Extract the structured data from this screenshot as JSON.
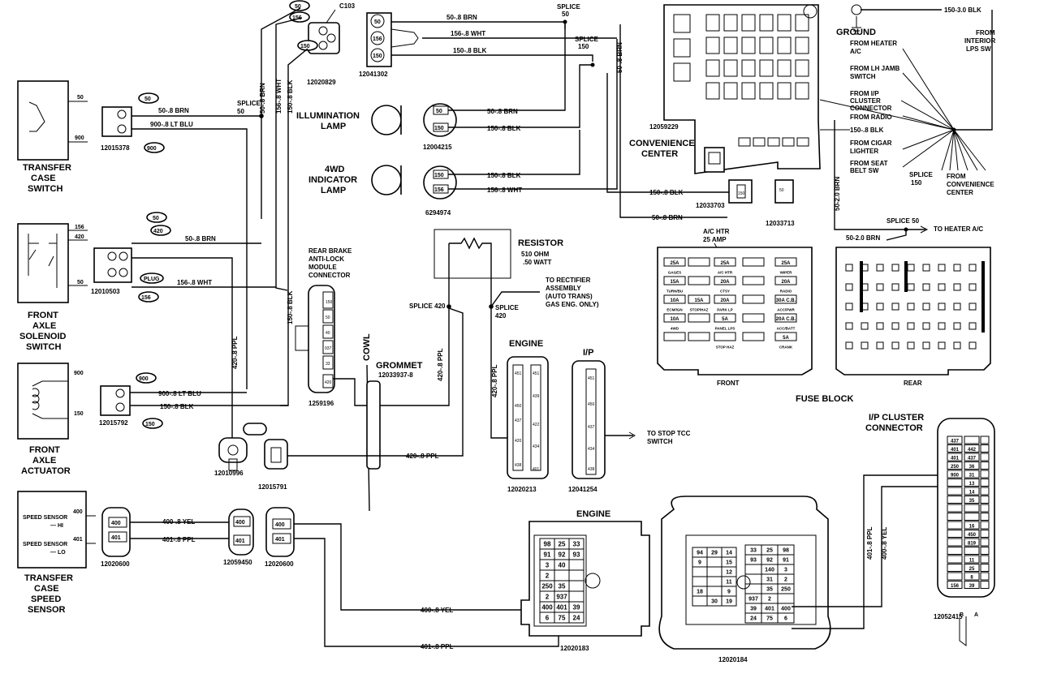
{
  "labels": {
    "c103": "C103",
    "conn_12020829": "12020829",
    "conn_12041302": "12041302",
    "splice50_top": "SPLICE\n50",
    "splice150_top": "SPLICE\n150",
    "w_50_brn": "50-.8 BRN",
    "w_156_wht": "156-.8 WHT",
    "w_150_blk": "150-.8 BLK",
    "w_900_ltblu": "900-.8 LT BLU",
    "w_420_ppl": "420-.8 PPL",
    "w_400_yel": "400-.8 YEL",
    "w_401_ppl": "401-.8 PPL",
    "w_150_3_blk": "150-3.0 BLK",
    "w_50_2_brn": "50-2.0 BRN",
    "transfer_case_switch": "TRANSFER\nCASE\nSWITCH",
    "conn_12015378": "12015378",
    "splice50_mid": "SPLICE\n50",
    "illumination_lamp": "ILLUMINATION\nLAMP",
    "conn_12004215": "12004215",
    "fourwd_lamp": "4WD\nINDICATOR\nLAMP",
    "conn_6294974": "6294974",
    "front_axle_switch": "FRONT\nAXLE\nSOLENOID\nSWITCH",
    "conn_12010503": "12010503",
    "plug": "PLUG",
    "rear_brake": "REAR BRAKE\nANTI-LOCK\nMODULE\nCONNECTOR",
    "conn_1259196": "1259196",
    "resistor": "RESISTOR",
    "resistor_spec": "510 OHM\n.50 WATT",
    "to_rectifier": "TO RECTIFIER\nASSEMBLY\n(AUTO TRANS)\nGAS ENG. ONLY)",
    "splice420_left": "SPLICE 420",
    "splice420_right": "SPLICE\n420",
    "cowl": "COWL",
    "grommet": "GROMMET",
    "grommet_num": "12033937-8",
    "front_axle_actuator": "FRONT\nAXLE\nACTUATOR",
    "conn_12015792": "12015792",
    "conn_12010996": "12010996",
    "conn_12015791": "12015791",
    "engine": "ENGINE",
    "ip": "I/P",
    "conn_12020213": "12020213",
    "conn_12041254": "12041254",
    "to_stop_tcc": "TO STOP TCC\nSWITCH",
    "speed_sensor_hi": "SPEED SENSOR\n— HI",
    "speed_sensor_lo": "SPEED SENSOR\n— LO",
    "transfer_case_speed": "TRANSFER\nCASE\nSPEED\nSENSOR",
    "conn_12020600": "12020600",
    "conn_12059450": "12059450",
    "conn_12020183": "12020183",
    "conn_12020184": "12020184",
    "conn_12059229": "12059229",
    "convenience_center": "CONVENIENCE\nCENTER",
    "conn_12033703": "12033703",
    "conn_12033713": "12033713",
    "ground": "GROUND",
    "from_heater_ac": "FROM HEATER\nA/C",
    "from_lh_jamb": "FROM LH JAMB\nSWITCH",
    "from_ip_cluster": "FROM I/P\nCLUSTER\nCONNECTOR",
    "from_radio": "FROM RADIO",
    "from_cigar": "FROM CIGAR\nLIGHTER",
    "from_seat_belt": "FROM SEAT\nBELT SW",
    "splice150_right": "SPLICE\n150",
    "from_conv_center": "FROM\nCONVENIENCE\nCENTER",
    "from_interior": "FROM\nINTERIOR\nLPS SW",
    "splice50_right": "SPLICE 50",
    "to_heater_ac": "TO HEATER A/C",
    "ac_htr": "A/C HTR\n25 AMP",
    "front": "FRONT",
    "rear": "REAR",
    "fuse_block": "FUSE BLOCK",
    "ip_cluster_connector": "I/P CLUSTER\nCONNECTOR",
    "conn_12052415": "12052415",
    "col_b": "B",
    "col_a": "A"
  },
  "pins": {
    "p50": "50",
    "p156": "156",
    "p150": "150",
    "p900": "900",
    "p420": "420",
    "p400": "400",
    "p401": "401",
    "p40": "40",
    "p937": "937",
    "p33": "33",
    "p451": "451",
    "p439": "439",
    "p422": "422",
    "p438": "438",
    "p437": "437",
    "p434": "434",
    "p450": "450"
  },
  "engine_connector_cells": [
    [
      "98",
      "25",
      "33"
    ],
    [
      "91",
      "92",
      "93"
    ],
    [
      "3",
      "40",
      ""
    ],
    [
      "2",
      "",
      ""
    ],
    [
      "250",
      "35",
      ""
    ],
    [
      "2",
      "937",
      ""
    ],
    [
      "400",
      "401",
      "39"
    ],
    [
      "6",
      "75",
      "24"
    ]
  ],
  "ip_connector_cells": [
    [
      "33",
      "25",
      "98"
    ],
    [
      "93",
      "92",
      "91"
    ],
    [
      "",
      "140",
      "3"
    ],
    [
      "",
      "31",
      "2"
    ],
    [
      "",
      "35",
      "250"
    ],
    [
      "937",
      "2",
      ""
    ],
    [
      "39",
      "401",
      "400"
    ],
    [
      "24",
      "75",
      "6"
    ]
  ],
  "ip_left_cells": [
    [
      "94",
      "29",
      "14"
    ],
    [
      "9",
      "",
      "15"
    ],
    [
      "",
      "",
      "12"
    ],
    [
      "",
      "",
      "11"
    ],
    [
      "18",
      "",
      "9"
    ],
    [
      "",
      "30",
      "19"
    ]
  ],
  "fuse_front": [
    [
      "25A",
      "",
      "25A",
      "",
      "25A"
    ],
    [
      "GAGES",
      "",
      "A/C HTR",
      "",
      "WIPER"
    ],
    [
      "15A",
      "",
      "20A",
      "",
      "20A"
    ],
    [
      "TURN/BU",
      "",
      "CTSY",
      "",
      "RADIO"
    ],
    [
      "10A",
      "15A",
      "20A",
      "",
      "30A C.B."
    ],
    [
      "ECM/IGN",
      "STOP/HAZ",
      "PARK LP",
      "",
      "ACC/PWR"
    ],
    [
      "10A",
      "",
      "5A",
      "",
      "20A C.B."
    ],
    [
      "4WD",
      "",
      "PANEL LPS",
      "",
      "ACC/BATT"
    ],
    [
      "",
      "",
      "",
      "",
      "5A"
    ],
    [
      "",
      "",
      "STOP HAZ",
      "",
      "CRANK"
    ]
  ],
  "cluster_pins": [
    [
      "437",
      ""
    ],
    [
      "401",
      "442"
    ],
    [
      "401",
      "437"
    ],
    [
      "250",
      "36"
    ],
    [
      "900",
      "31"
    ],
    [
      "",
      "13"
    ],
    [
      "",
      "14"
    ],
    [
      "",
      "35"
    ],
    [
      "",
      ""
    ],
    [
      "",
      ""
    ],
    [
      "",
      "16"
    ],
    [
      "",
      "450"
    ],
    [
      "",
      "819"
    ],
    [
      "",
      ""
    ],
    [
      "",
      "11"
    ],
    [
      "",
      "25"
    ],
    [
      "",
      "8"
    ],
    [
      "156",
      "39"
    ]
  ]
}
